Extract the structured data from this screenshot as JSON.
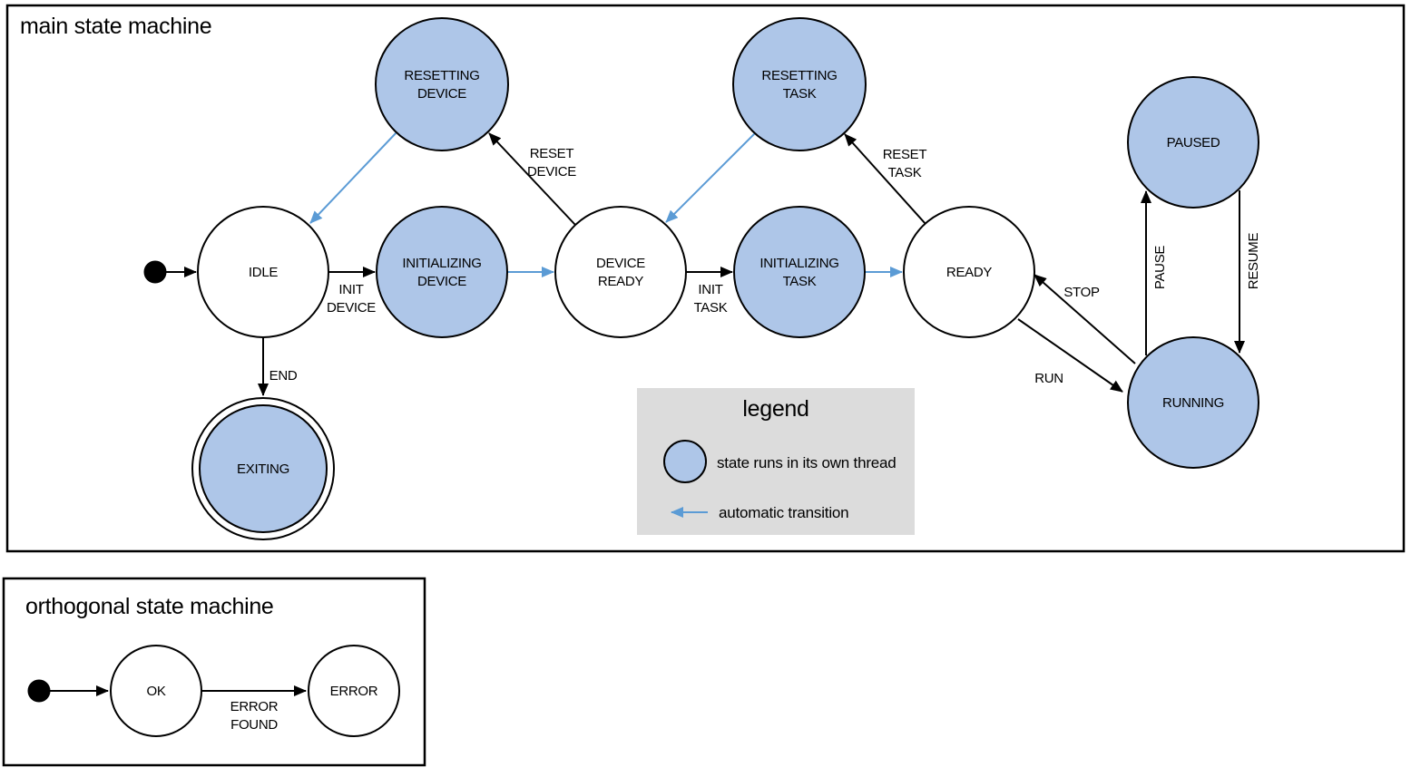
{
  "colors": {
    "threaded_state_fill": "#aec6e8",
    "auto_transition_blue": "#5b9bd5",
    "legend_background": "#dcdcdc",
    "state_stroke": "#000000"
  },
  "main_machine": {
    "title": "main state machine",
    "states": {
      "idle": {
        "label": "IDLE"
      },
      "resetting_device": {
        "line1": "RESETTING",
        "line2": "DEVICE"
      },
      "initializing_device": {
        "line1": "INITIALIZING",
        "line2": "DEVICE"
      },
      "device_ready": {
        "line1": "DEVICE",
        "line2": "READY"
      },
      "resetting_task": {
        "line1": "RESETTING",
        "line2": "TASK"
      },
      "initializing_task": {
        "line1": "INITIALIZING",
        "line2": "TASK"
      },
      "ready": {
        "label": "READY"
      },
      "paused": {
        "label": "PAUSED"
      },
      "running": {
        "label": "RUNNING"
      },
      "exiting": {
        "label": "EXITING"
      }
    },
    "transitions": {
      "init_device": {
        "line1": "INIT",
        "line2": "DEVICE"
      },
      "init_task": {
        "line1": "INIT",
        "line2": "TASK"
      },
      "reset_device": {
        "line1": "RESET",
        "line2": "DEVICE"
      },
      "reset_task": {
        "line1": "RESET",
        "line2": "TASK"
      },
      "end": {
        "label": "END"
      },
      "run": {
        "label": "RUN"
      },
      "stop": {
        "label": "STOP"
      },
      "pause": {
        "label": "PAUSE"
      },
      "resume": {
        "label": "RESUME"
      }
    }
  },
  "legend": {
    "title": "legend",
    "thread_item_label": "state runs in its own thread",
    "auto_item_label": "automatic transition"
  },
  "orthogonal_machine": {
    "title": "orthogonal state machine",
    "states": {
      "ok": {
        "label": "OK"
      },
      "error": {
        "label": "ERROR"
      }
    },
    "transitions": {
      "error_found": {
        "line1": "ERROR",
        "line2": "FOUND"
      }
    }
  }
}
